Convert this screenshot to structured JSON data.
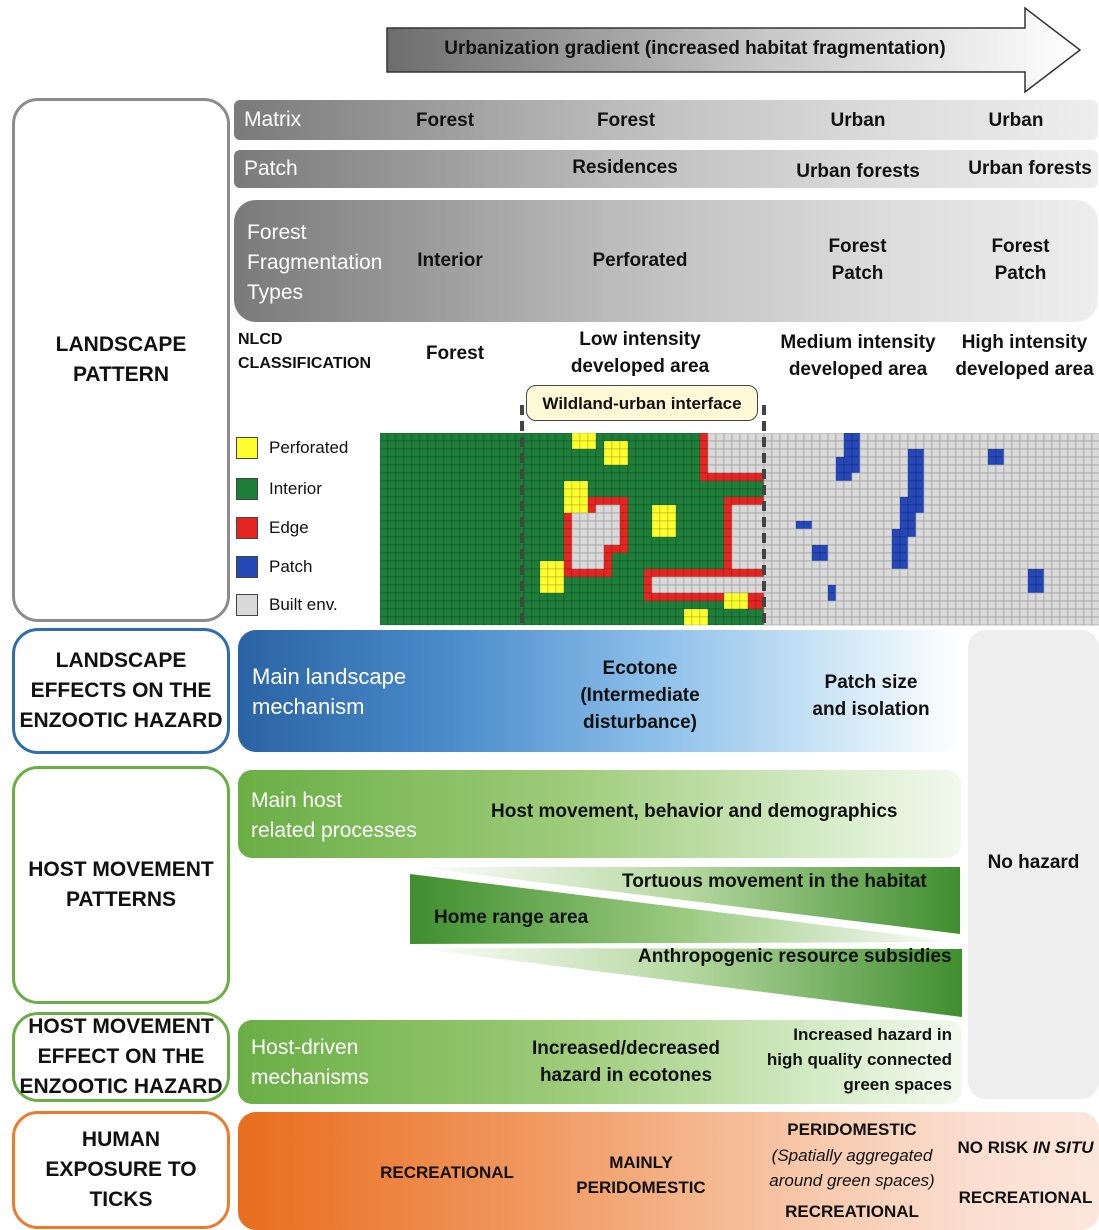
{
  "header": {
    "gradient_label": "Urbanization gradient (increased habitat fragmentation)"
  },
  "side_labels": {
    "landscape_pattern": "LANDSCAPE\nPATTERN",
    "landscape_effects": "LANDSCAPE\nEFFECTS ON THE\nENZOOTIC HAZARD",
    "host_movement_patterns": "HOST MOVEMENT\nPATTERNS",
    "host_movement_effect": "HOST MOVEMENT\nEFFECT ON THE\nENZOOTIC HAZARD",
    "human_exposure": "HUMAN\nEXPOSURE TO\nTICKS"
  },
  "matrix": {
    "label": "Matrix",
    "values": [
      "Forest",
      "Forest",
      "Urban",
      "Urban"
    ]
  },
  "patch": {
    "label": "Patch",
    "values": [
      "Residences",
      "Urban forests",
      "Urban forests"
    ]
  },
  "fragmentation": {
    "label": "Forest\nFragmentation\nTypes",
    "values": [
      "Interior",
      "Perforated",
      "Forest\nPatch",
      "Forest\nPatch"
    ]
  },
  "nlcd": {
    "label": "NLCD\nCLASSIFICATION",
    "values": [
      "Forest",
      "Low intensity\ndeveloped area",
      "Medium intensity\ndeveloped area",
      "High intensity\ndeveloped area"
    ]
  },
  "wui_label": "Wildland-urban interface",
  "legend": [
    {
      "label": "Perforated",
      "color": "#ffff2e"
    },
    {
      "label": "Interior",
      "color": "#1f7d3a"
    },
    {
      "label": "Edge",
      "color": "#e52521"
    },
    {
      "label": "Patch",
      "color": "#2547b8"
    },
    {
      "label": "Built env.",
      "color": "#d9d9d9"
    }
  ],
  "landscape_mechanism": {
    "label": "Main landscape\nmechanism",
    "values": [
      "Ecotone\n(Intermediate\ndisturbance)",
      "Patch size\nand isolation"
    ]
  },
  "no_hazard": "No hazard",
  "host_processes": {
    "label": "Main host\nrelated processes",
    "value": "Host movement, behavior and demographics"
  },
  "wedges": {
    "tortuous": "Tortuous movement in the habitat",
    "home_range": "Home range area",
    "anthropogenic": "Anthropogenic resource subsidies"
  },
  "host_driven": {
    "label": "Host-driven\nmechanisms",
    "values": [
      "Increased/decreased\nhazard in ecotones",
      "Increased hazard in\nhigh quality connected\ngreen spaces"
    ]
  },
  "exposure": {
    "recreational": "RECREATIONAL",
    "mainly_peridomestic": "MAINLY\nPERIDOMESTIC",
    "peridomestic": "PERIDOMESTIC",
    "peridomestic_note": "(Spatially aggregated\naround green spaces)",
    "recreational_2": "RECREATIONAL",
    "no_risk_prefix": "NO RISK ",
    "no_risk_em": "IN SITU",
    "recreational_3": "RECREATIONAL"
  },
  "colors": {
    "perforated": "#ffff2e",
    "interior": "#1f7d3a",
    "edge": "#e52521",
    "patch": "#2547b8",
    "built": "#d9d9d9",
    "blue_dark": "#2f6db0",
    "green": "#6aae45",
    "orange": "#ee7a2e"
  }
}
